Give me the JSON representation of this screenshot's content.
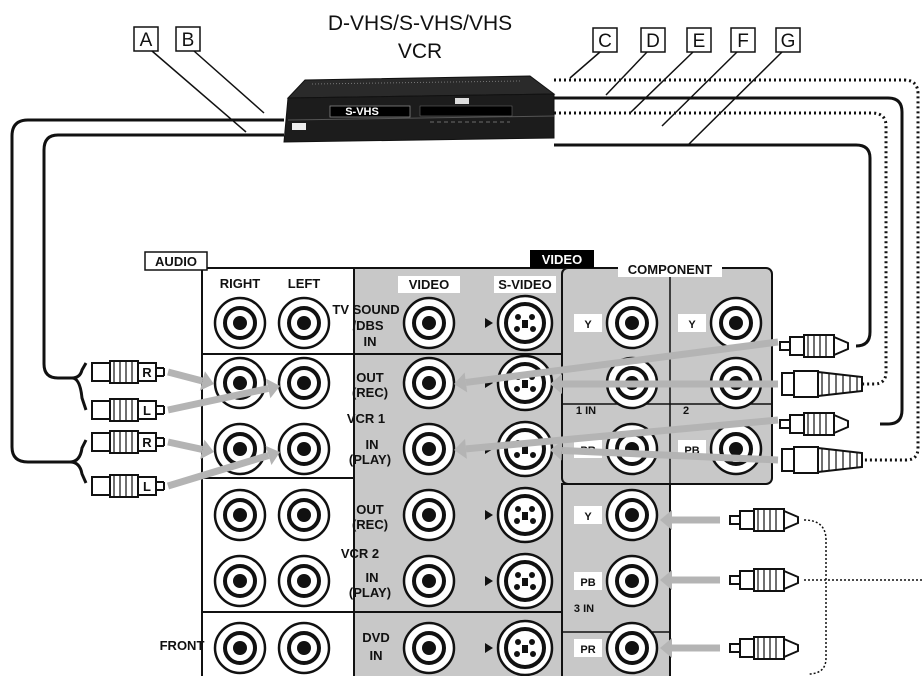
{
  "device": {
    "title_line1": "D-VHS/S-VHS/VHS",
    "title_line2": "VCR",
    "front_badge": "S-VHS"
  },
  "callouts": [
    "A",
    "B",
    "C",
    "D",
    "E",
    "F",
    "G"
  ],
  "panel": {
    "audio_header": "AUDIO",
    "video_header": "VIDEO",
    "component_header": "COMPONENT",
    "col_right": "RIGHT",
    "col_left": "LEFT",
    "col_video": "VIDEO",
    "col_svideo": "S-VIDEO",
    "tv_sound_1": "TV SOUND",
    "tv_sound_2": "/DBS",
    "tv_sound_3": "IN",
    "out_rec_1": "OUT",
    "out_rec_2": "(REC)",
    "vcr1": "VCR 1",
    "in_play_1": "IN",
    "in_play_2": "(PLAY)",
    "vcr2": "VCR 2",
    "front": "FRONT",
    "dvd_1": "DVD",
    "dvd_2": "IN",
    "comp_in1": "1 IN",
    "comp_in2": "2",
    "comp_in3": "3 IN",
    "y": "Y",
    "pb": "PB",
    "pr": "PR",
    "plug_r": "R",
    "plug_l": "L"
  },
  "colors": {
    "panel_gray": "#c8c8c8",
    "arrow_gray": "#b4b4b4",
    "line": "#111111"
  }
}
